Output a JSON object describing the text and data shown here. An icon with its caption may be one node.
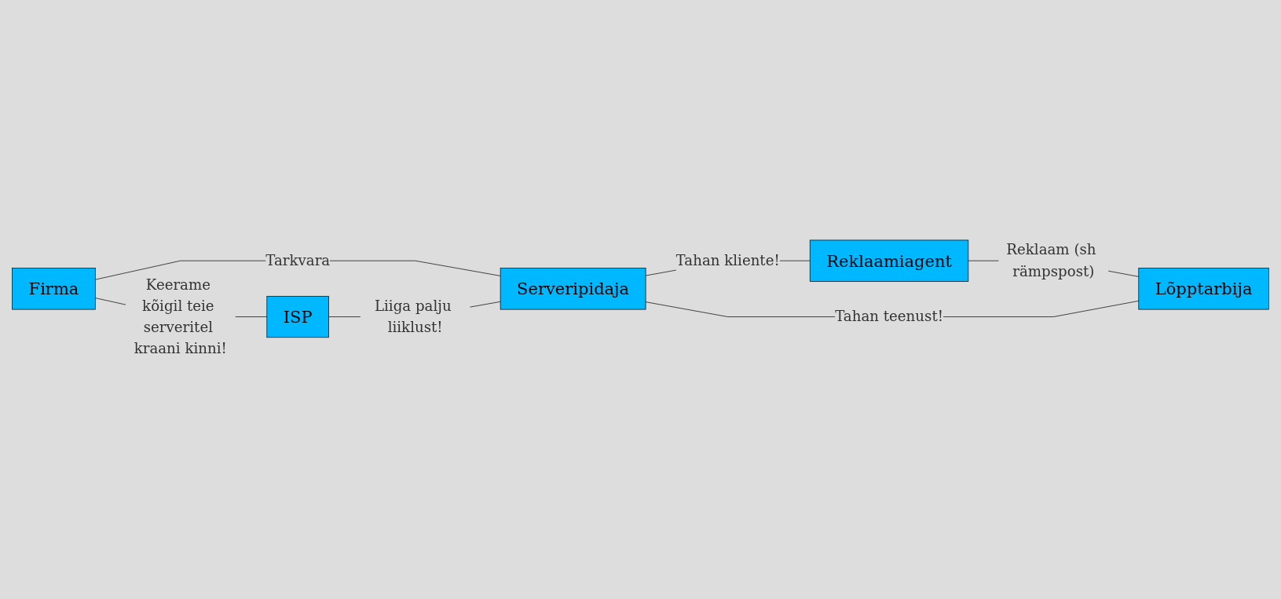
{
  "diagram": {
    "nodes": [
      {
        "text": [
          "Firma"
        ]
      },
      {
        "text": [
          "Serveripidaja"
        ]
      },
      {
        "text": [
          "Reklaamiagent"
        ]
      },
      {
        "text": [
          "ISP"
        ]
      },
      {
        "text": [
          "Lõpptarbija"
        ]
      }
    ],
    "edges": [
      {
        "from": 0,
        "to": 1,
        "arrow": "none",
        "label": "Tarkvara"
      },
      {
        "from": 0,
        "to": 3,
        "arrow": "none",
        "label": "Keerame kõigil teie serveritel kraani kinni!"
      },
      {
        "from": 3,
        "to": 1,
        "arrow": "none",
        "label": "Liiga palju liiklust!"
      },
      {
        "from": 4,
        "to": 1,
        "arrow": "none",
        "label": "Tahan teenust!"
      },
      {
        "from": 1,
        "to": 2,
        "arrow": "none",
        "label": "Tahan kliente!"
      },
      {
        "from": 2,
        "to": 4,
        "arrow": "none",
        "label": "Reklaam (sh rämpspost)"
      }
    ]
  }
}
